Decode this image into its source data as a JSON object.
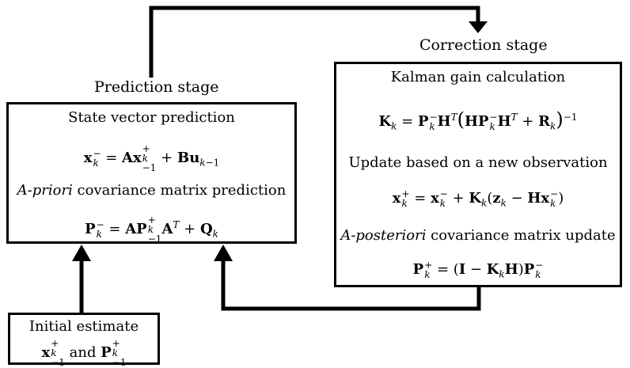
{
  "prediction_stage": {
    "label": "Prediction stage",
    "state_title": "State vector prediction",
    "covariance_title_italic": "A-priori",
    "covariance_title_rest": " covariance matrix prediction"
  },
  "correction_stage": {
    "label": "Correction stage",
    "gain_title": "Kalman gain calculation",
    "update_title": "Update based on a new observation",
    "covariance_title_italic": "A-posteriori",
    "covariance_title_rest": " covariance matrix update"
  },
  "initial": {
    "title": "Initial estimate",
    "and_text": "and"
  }
}
